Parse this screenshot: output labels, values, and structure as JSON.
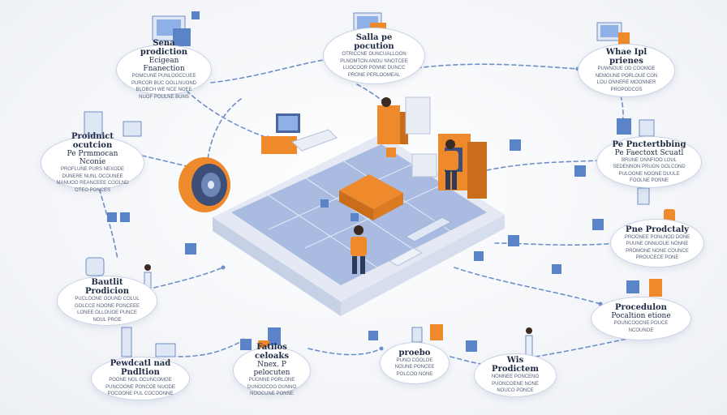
{
  "nodes": [
    {
      "id": "n1",
      "title": "Sena prodiction",
      "subtitle": "Ecigean Fnanection",
      "body": [
        "POMCUNE PUNLOOCCUEE",
        "PURCOR BUC OOLLNUOND",
        "BLOBCH WE NCE NOEE",
        "NUOF POULNE BUNS"
      ]
    },
    {
      "id": "n2",
      "title": "Salla pe pocution",
      "subtitle": "",
      "body": [
        "OTRICCNE OUNCUALLOON",
        "PLNOMTON ANOU NNOTCEE",
        "LUOCOOR PONNE DUNCC",
        "PRONE PERLOOMEAL"
      ]
    },
    {
      "id": "n3",
      "title": "Whae Ipl prienes",
      "subtitle": "",
      "body": [
        "PUWNOUE OD COOMOE",
        "NEMOUNE PORLOUE CON",
        "LOU ONNERE MOONNER",
        "PROPODCOS"
      ]
    },
    {
      "id": "n4",
      "title": "Proidnict ocutcion",
      "subtitle": "Pe Prmmocan Nconie",
      "body": [
        "PROFLUNE PURS NEXODE",
        "DUNERE NUNL OCOUNEE",
        "MANUOO REANCEEE COOLND",
        "OTEO PONCES"
      ]
    },
    {
      "id": "n5",
      "title": "Pe Pnctertbbing",
      "subtitle": "Pe Faectoxt Scuatl",
      "body": [
        "BRUNE ONNFIOO LOUL",
        "SEDENNON PRUON GOLCOND",
        "PULOONE NOONE DUULE",
        "FOOLNE PONNE"
      ]
    },
    {
      "id": "n6",
      "title": "Bautlit Prodicion",
      "subtitle": "",
      "body": [
        "PUCLOONE OOUND COLUL",
        "GOLCCE NOONE PONCEEE",
        "LONEE OLLOUOE PUNCE",
        "NOUL PROE"
      ]
    },
    {
      "id": "n7",
      "title": "Pne Prodctaly",
      "subtitle": "",
      "body": [
        "PROONEE PONLNOD DONE",
        "PUUNE ONNUOUE NONNE",
        "PROMONE NONE COUNCE",
        "PROUCECE PONE"
      ]
    },
    {
      "id": "n8",
      "title": "Pewdcatl nad Pndltion",
      "subtitle": "",
      "body": [
        "POONE NOL OCUNCOMOE",
        "PUNCOONE PONCOE NUODE",
        "POCOONE PUL COCOONNE"
      ]
    },
    {
      "id": "n9",
      "title": "Fatilos celoaks",
      "subtitle": "Nnex. P pelocuten",
      "body": [
        "PUONNE PORLONE",
        "DUNOOCOO OUNNO",
        "NOOCUNE PONNE"
      ]
    },
    {
      "id": "n10",
      "title": "proebo",
      "subtitle": "",
      "body": [
        "PUNO COOLOE",
        "NOUNE PONCEE",
        "POLCOO NONE"
      ]
    },
    {
      "id": "n11",
      "title": "Wis Prodictem",
      "subtitle": "",
      "body": [
        "NOMNEE PONCENO",
        "PUONCOENE NONE",
        "NOUCO PONCE"
      ]
    },
    {
      "id": "n12",
      "title": "Procedulon",
      "subtitle": "Pocaltion etione",
      "body": [
        "POUNCOOCNE POUCE",
        "NCOUNOE"
      ]
    }
  ],
  "colors": {
    "accent_orange": "#ef8a2c",
    "accent_blue": "#5b83c7",
    "platform_blue": "#8fa6d4",
    "line": "#6f8fc8",
    "node_border": "#c9d3e6",
    "text_dark": "#1e2a44"
  },
  "icons": [
    "factory-platform-icon",
    "robot-arm-icon",
    "worker-icon",
    "server-rack-icon",
    "cube-icon",
    "monitor-icon",
    "turbine-icon"
  ]
}
